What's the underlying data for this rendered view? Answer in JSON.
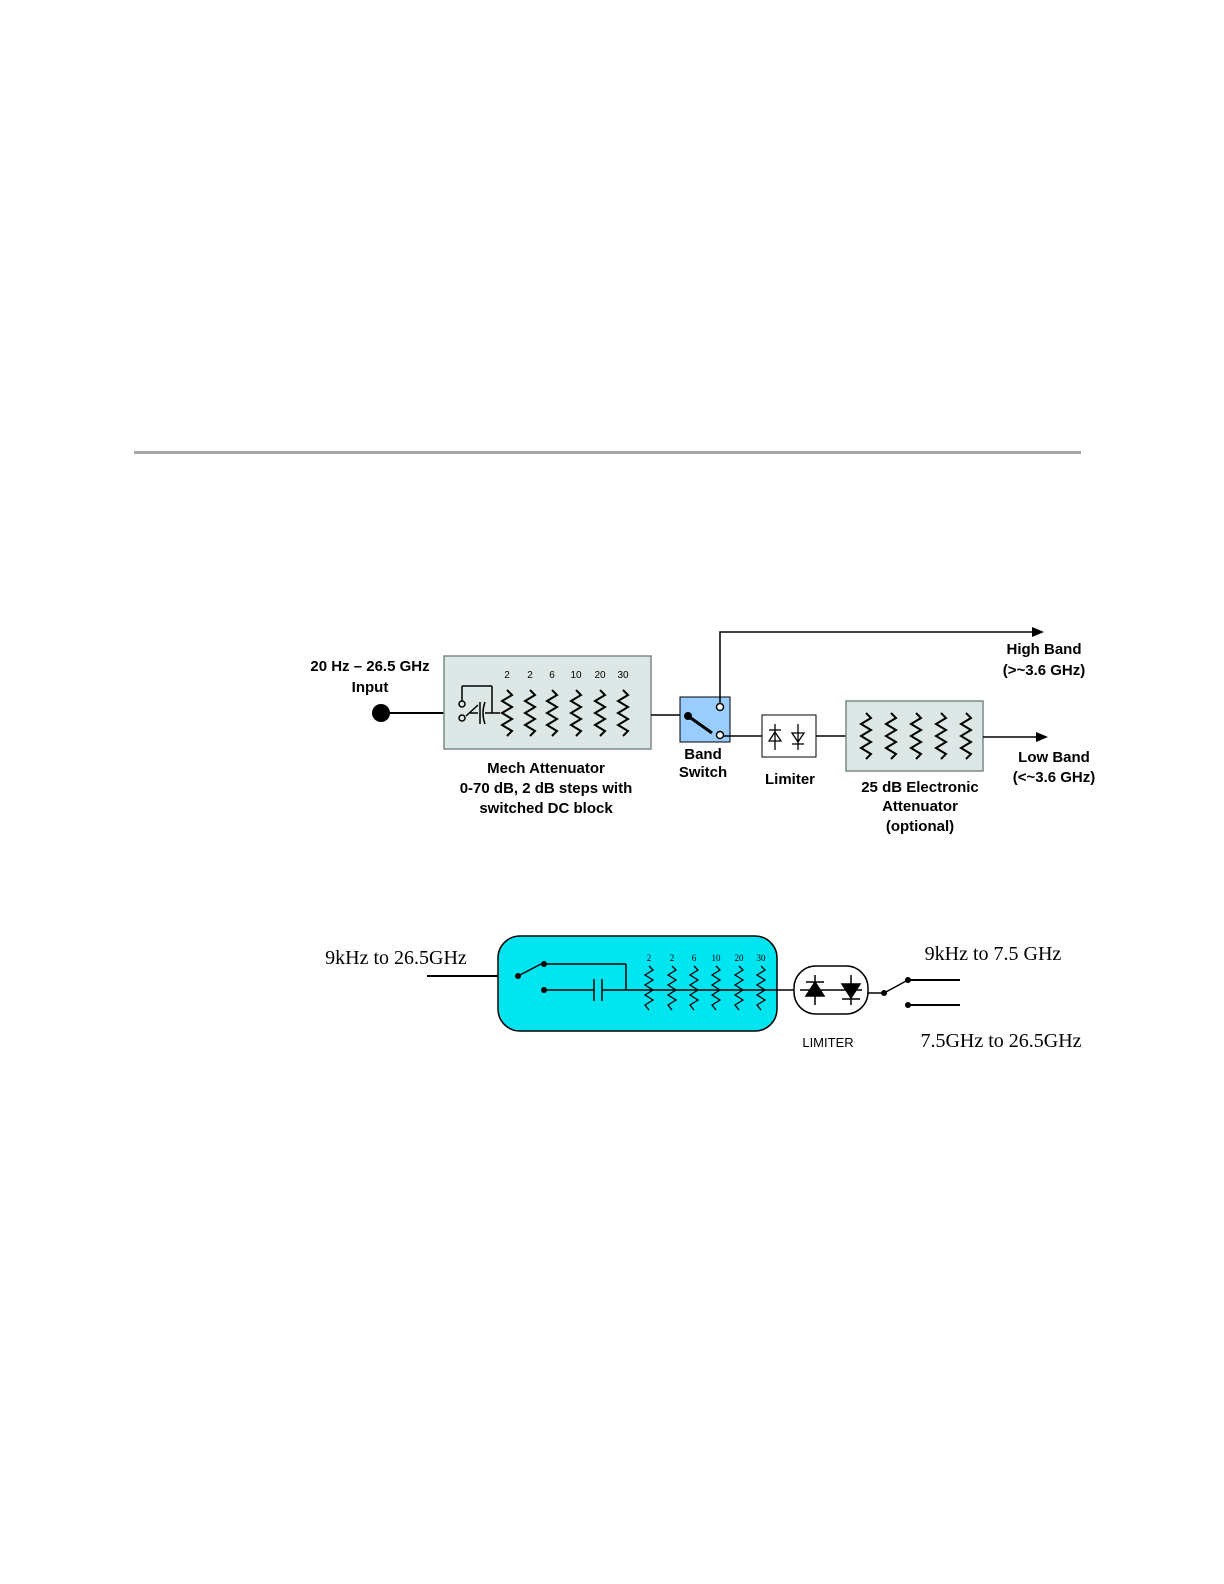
{
  "diagram_top": {
    "input_label_1": "20 Hz – 26.5 GHz",
    "input_label_2": "Input",
    "mech_steps": [
      "2",
      "2",
      "6",
      "10",
      "20",
      "30"
    ],
    "mech_label_1": "Mech Attenuator",
    "mech_label_2": "0-70 dB, 2 dB steps with",
    "mech_label_3": "switched DC block",
    "band_switch_1": "Band",
    "band_switch_2": "Switch",
    "limiter": "Limiter",
    "elec_label_1": "25 dB Electronic",
    "elec_label_2": "Attenuator",
    "elec_label_3": "(optional)",
    "high_band_1": "High Band",
    "high_band_2": "(>~3.6 GHz)",
    "low_band_1": "Low Band",
    "low_band_2": "(<~3.6 GHz)"
  },
  "diagram_bottom": {
    "input_label": "9kHz to 26.5GHz",
    "steps": [
      "2",
      "2",
      "6",
      "10",
      "20",
      "30"
    ],
    "limiter": "LIMITER",
    "out_low": "9kHz to 7.5 GHz",
    "out_high": "7.5GHz to 26.5GHz"
  },
  "colors": {
    "mech_box": "#dde8e6",
    "band_switch": "#99ccff",
    "bottom_box": "#00e5f0",
    "rule": "#a6a6a6"
  }
}
